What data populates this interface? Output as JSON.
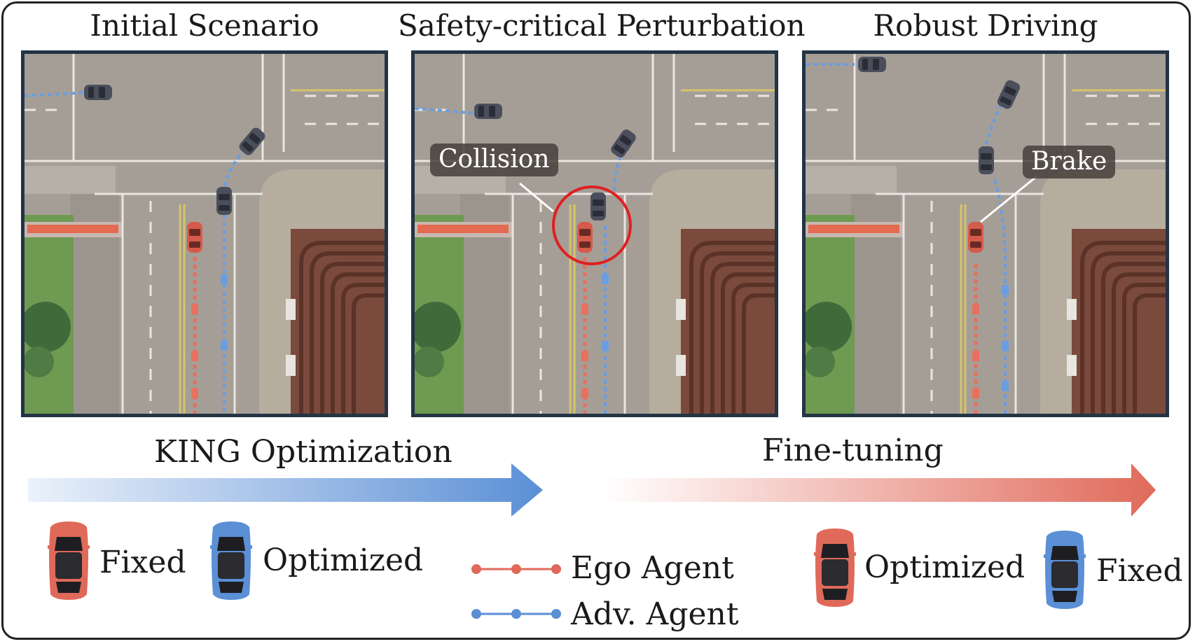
{
  "panels": [
    {
      "title": "Initial Scenario"
    },
    {
      "title": "Safety-critical Perturbation",
      "callout": "Collision"
    },
    {
      "title": "Robust Driving",
      "callout": "Brake"
    }
  ],
  "phases": {
    "optimization": {
      "label": "KING Optimization",
      "color": "#5b8fd6"
    },
    "finetuning": {
      "label": "Fine-tuning",
      "color": "#e06a5a"
    }
  },
  "legend": {
    "left": {
      "fixed_label": "Fixed",
      "optimized_label": "Optimized"
    },
    "lines": {
      "ego_label": "Ego Agent",
      "adv_label": "Adv. Agent"
    },
    "right": {
      "optimized_label": "Optimized",
      "fixed_label": "Fixed"
    }
  },
  "colors": {
    "ego": "#e8705e",
    "adv": "#6a9ee0",
    "panel_border": "#233445",
    "collision_circle": "#e02020"
  }
}
